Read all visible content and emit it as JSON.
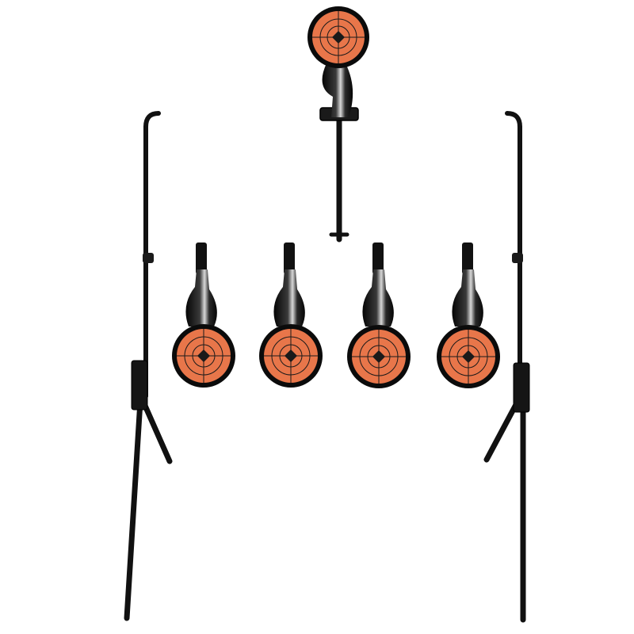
{
  "scene": {
    "subject": "resetting-spinner-target-stand",
    "background_color": "#ffffff",
    "frame_color": "#111111",
    "plate_color": "#e8764a",
    "plate_rim_color": "#0b0b0b",
    "ring_color": "#1a1a1a",
    "target_count_lower": 4,
    "target_count_top": 1
  }
}
